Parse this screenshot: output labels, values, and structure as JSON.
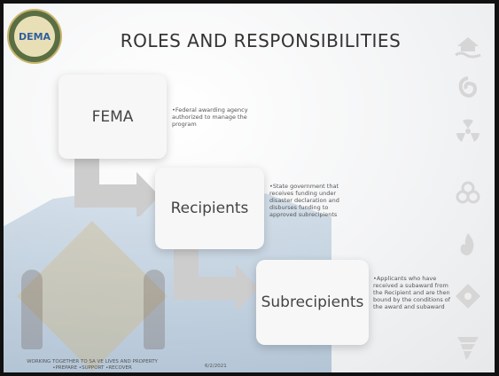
{
  "slide": {
    "title": "ROLES AND RESPONSIBILITIES",
    "logo_text": "DEMA",
    "footer": {
      "line1": "WORKING TOGETHER TO SA VE LIVES AND PROPERTY",
      "line2": "•PREPARE •SUPPORT •RECOVER",
      "date": "6/2/2021"
    }
  },
  "roles": [
    {
      "name": "FEMA",
      "description": "•Federal awarding agency authorized to manage the program"
    },
    {
      "name": "Recipients",
      "description": "•State government that receives funding under disaster declaration and disburses funding to approved subrecipients"
    },
    {
      "name": "Subrecipients",
      "description": "•Applicants who have received a subaward from the Recipient and are then bound by the conditions of the award and subaward"
    }
  ],
  "side_icons": [
    "flood-icon",
    "hurricane-icon",
    "radiation-icon",
    "biohazard-icon",
    "fire-icon",
    "hazmat-icon",
    "tornado-icon"
  ],
  "colors": {
    "box_bg": "#f7f7f7",
    "arrow": "#cccccc",
    "title_text": "#333333",
    "logo_green": "#5a6e43"
  }
}
